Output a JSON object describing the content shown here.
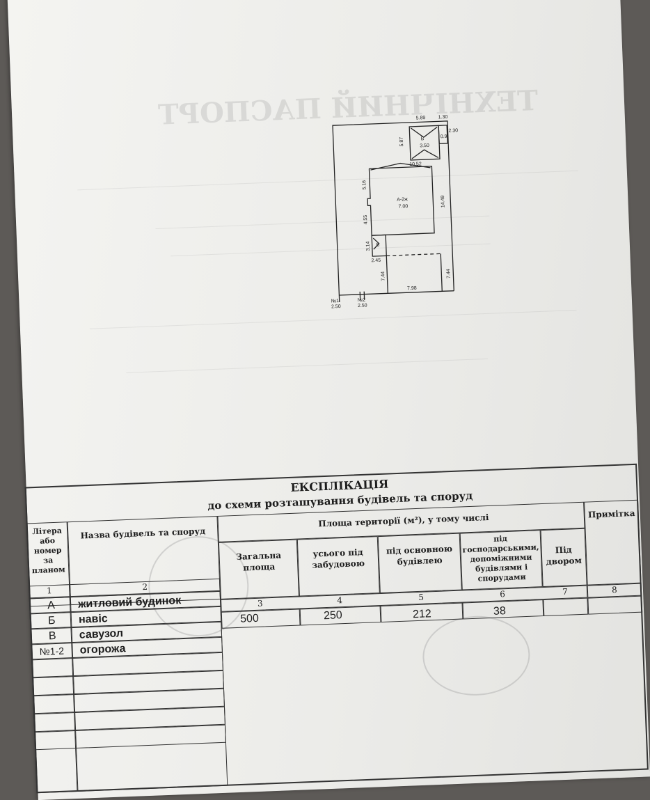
{
  "ghost_title": "ТЕХНІЧНИЙ ПАСПОРТ",
  "plan": {
    "dims": {
      "top_w": "5.89",
      "top_w2": "1.30",
      "right_small": "2.30",
      "left_b": "5.87",
      "mid_w": "10.52",
      "left_a": "5.16",
      "left_a2": "4.55",
      "right_a": "14.49",
      "left_c": "3.14",
      "bot_c": "2.45",
      "left_d": "7.44",
      "right_d": "7.44",
      "bottom_w": "7.98",
      "gate1": "2.50",
      "gate2": "2.50"
    },
    "labels": {
      "b_name": "Б",
      "b_area": "3.50",
      "a_name": "А-2ж",
      "a_area": "7.00",
      "c_name": "В",
      "n1": "№1",
      "n2": "№2",
      "small": "0.9"
    }
  },
  "explication": {
    "title": "ЕКСПЛІКАЦІЯ",
    "subtitle": "до схеми розташування будівель та споруд",
    "col1_header": "Літера або номер за планом",
    "col2_header": "Назва будівель та споруд",
    "area_header": "Площа території (м²), у тому числі",
    "note_header": "Примітка",
    "col3": "Загальна площа",
    "col4": "усього під забудовою",
    "col5": "під основною будівлею",
    "col6": "під господарськими, допоміжними будівлями і спорудами",
    "col7": "Під двором",
    "num1": "1",
    "num2": "2",
    "num3": "3",
    "num4": "4",
    "num5": "5",
    "num6": "6",
    "num7": "7",
    "num8": "8",
    "rows": [
      {
        "letter": "А",
        "name": "житловий будинок"
      },
      {
        "letter": "Б",
        "name": "навіс"
      },
      {
        "letter": "В",
        "name": "савузол"
      },
      {
        "letter": "№1-2",
        "name": "огорожа"
      }
    ],
    "values": {
      "total": "500",
      "built": "250",
      "main": "212",
      "aux": "38"
    }
  }
}
